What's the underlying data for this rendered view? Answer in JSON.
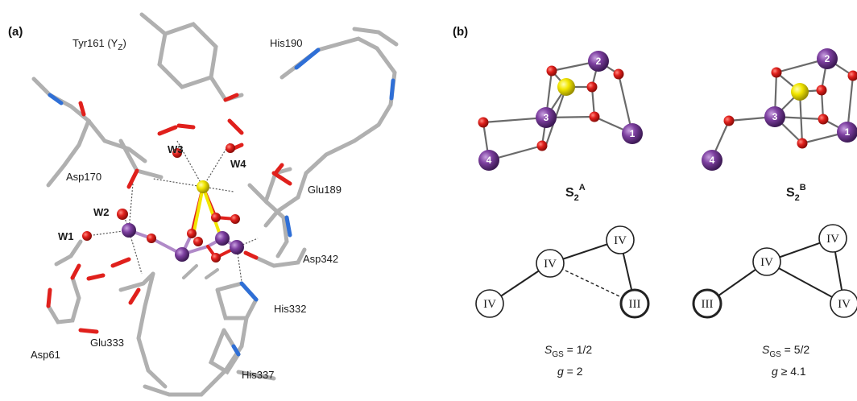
{
  "panel_a": {
    "label": "(a)",
    "residues": {
      "tyr161": "Tyr161 (Y",
      "tyr161_sub": "Z",
      "tyr161_close": ")",
      "his190": "His190",
      "asp170": "Asp170",
      "glu189": "Glu189",
      "asp342": "Asp342",
      "his332": "His332",
      "asp61": "Asp61",
      "glu333": "Glu333",
      "his337": "His337"
    },
    "waters": {
      "w1": "W1",
      "w2": "W2",
      "w3": "W3",
      "w4": "W4"
    }
  },
  "panel_b": {
    "label": "(b)",
    "states": [
      {
        "name_main": "S",
        "name_sub": "2",
        "name_sup": "A",
        "atom_numbers": [
          "1",
          "2",
          "3",
          "4"
        ],
        "spin_nodes": [
          "IV",
          "IV",
          "IV",
          "III"
        ],
        "sgs_symbol": "S",
        "sgs_sub": "GS",
        "sgs_value": " = 1/2",
        "g_symbol": "g",
        "g_value": " = 2"
      },
      {
        "name_main": "S",
        "name_sub": "2",
        "name_sup": "B",
        "atom_numbers": [
          "1",
          "2",
          "3",
          "4"
        ],
        "spin_nodes": [
          "IV",
          "IV",
          "III",
          "IV"
        ],
        "sgs_symbol": "S",
        "sgs_sub": "GS",
        "sgs_value": " = 5/2",
        "g_symbol": "g",
        "g_value": " ≥ 4.1"
      }
    ]
  },
  "colors": {
    "carbon": "#b8b8b8",
    "nitrogen": "#2f6fd6",
    "oxygen": "#e0201c",
    "manganese": "#7d3fa0",
    "calcium": "#f2e600"
  }
}
